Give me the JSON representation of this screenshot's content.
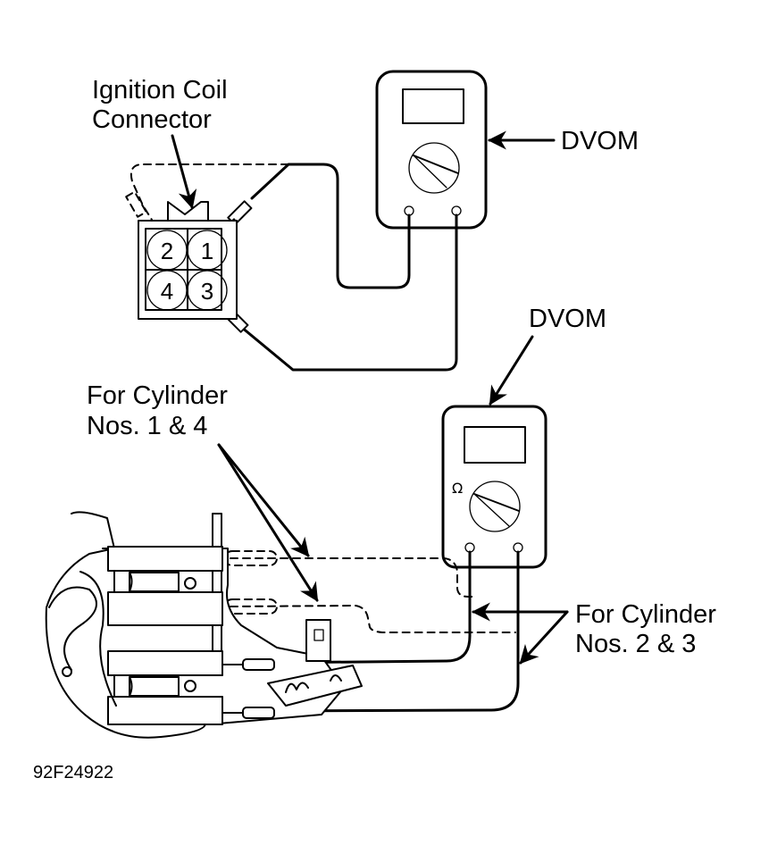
{
  "labels": {
    "connector": [
      "Ignition Coil",
      "Connector"
    ],
    "dvom_top": "DVOM",
    "dvom_bottom": "DVOM",
    "cyl_14": [
      "For Cylinder",
      "Nos. 1 & 4"
    ],
    "cyl_23": [
      "For Cylinder",
      "Nos. 2 & 3"
    ],
    "figure_code": "92F24922"
  },
  "connector_terminals": [
    "2",
    "1",
    "4",
    "3"
  ],
  "meter_symbol": "Ω",
  "colors": {
    "line": "#000000",
    "background": "#ffffff"
  }
}
